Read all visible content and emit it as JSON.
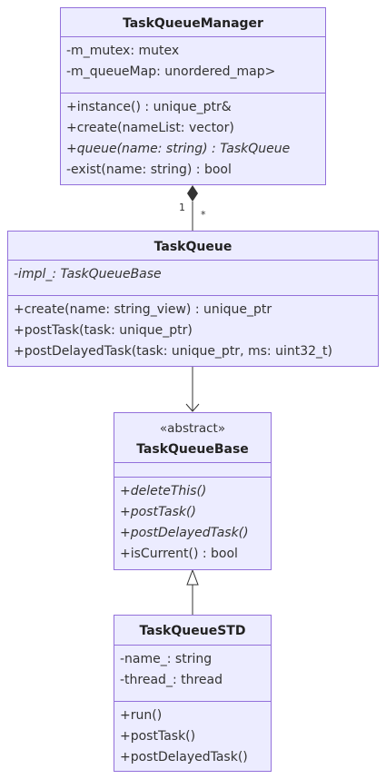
{
  "classes": {
    "manager": {
      "name": "TaskQueueManager",
      "attributes": [
        "-m_mutex: mutex",
        "-m_queueMap: unordered_map>"
      ],
      "methods": [
        "+instance() : unique_ptr&",
        "+create(nameList: vector)",
        "+queue(name: string) : TaskQueue",
        "-exist(name: string) : bool"
      ]
    },
    "taskqueue": {
      "name": "TaskQueue",
      "attributes": [
        "-impl_: TaskQueueBase"
      ],
      "methods": [
        "+create(name: string_view) : unique_ptr",
        "+postTask(task: unique_ptr)",
        "+postDelayedTask(task: unique_ptr, ms: uint32_t)"
      ]
    },
    "base": {
      "stereotype": "«abstract»",
      "name": "TaskQueueBase",
      "methods": [
        "+deleteThis()",
        "+postTask()",
        "+postDelayedTask()",
        "+isCurrent() : bool"
      ]
    },
    "std": {
      "name": "TaskQueueSTD",
      "attributes": [
        "-name_: string",
        "-thread_: thread"
      ],
      "methods": [
        "+run()",
        "+postTask()",
        "+postDelayedTask()"
      ]
    }
  },
  "relations": {
    "composition": {
      "source_multiplicity": "1",
      "target_multiplicity": "*"
    }
  },
  "colors": {
    "fill": "#ececff",
    "stroke": "#9370db",
    "line": "#333333"
  }
}
